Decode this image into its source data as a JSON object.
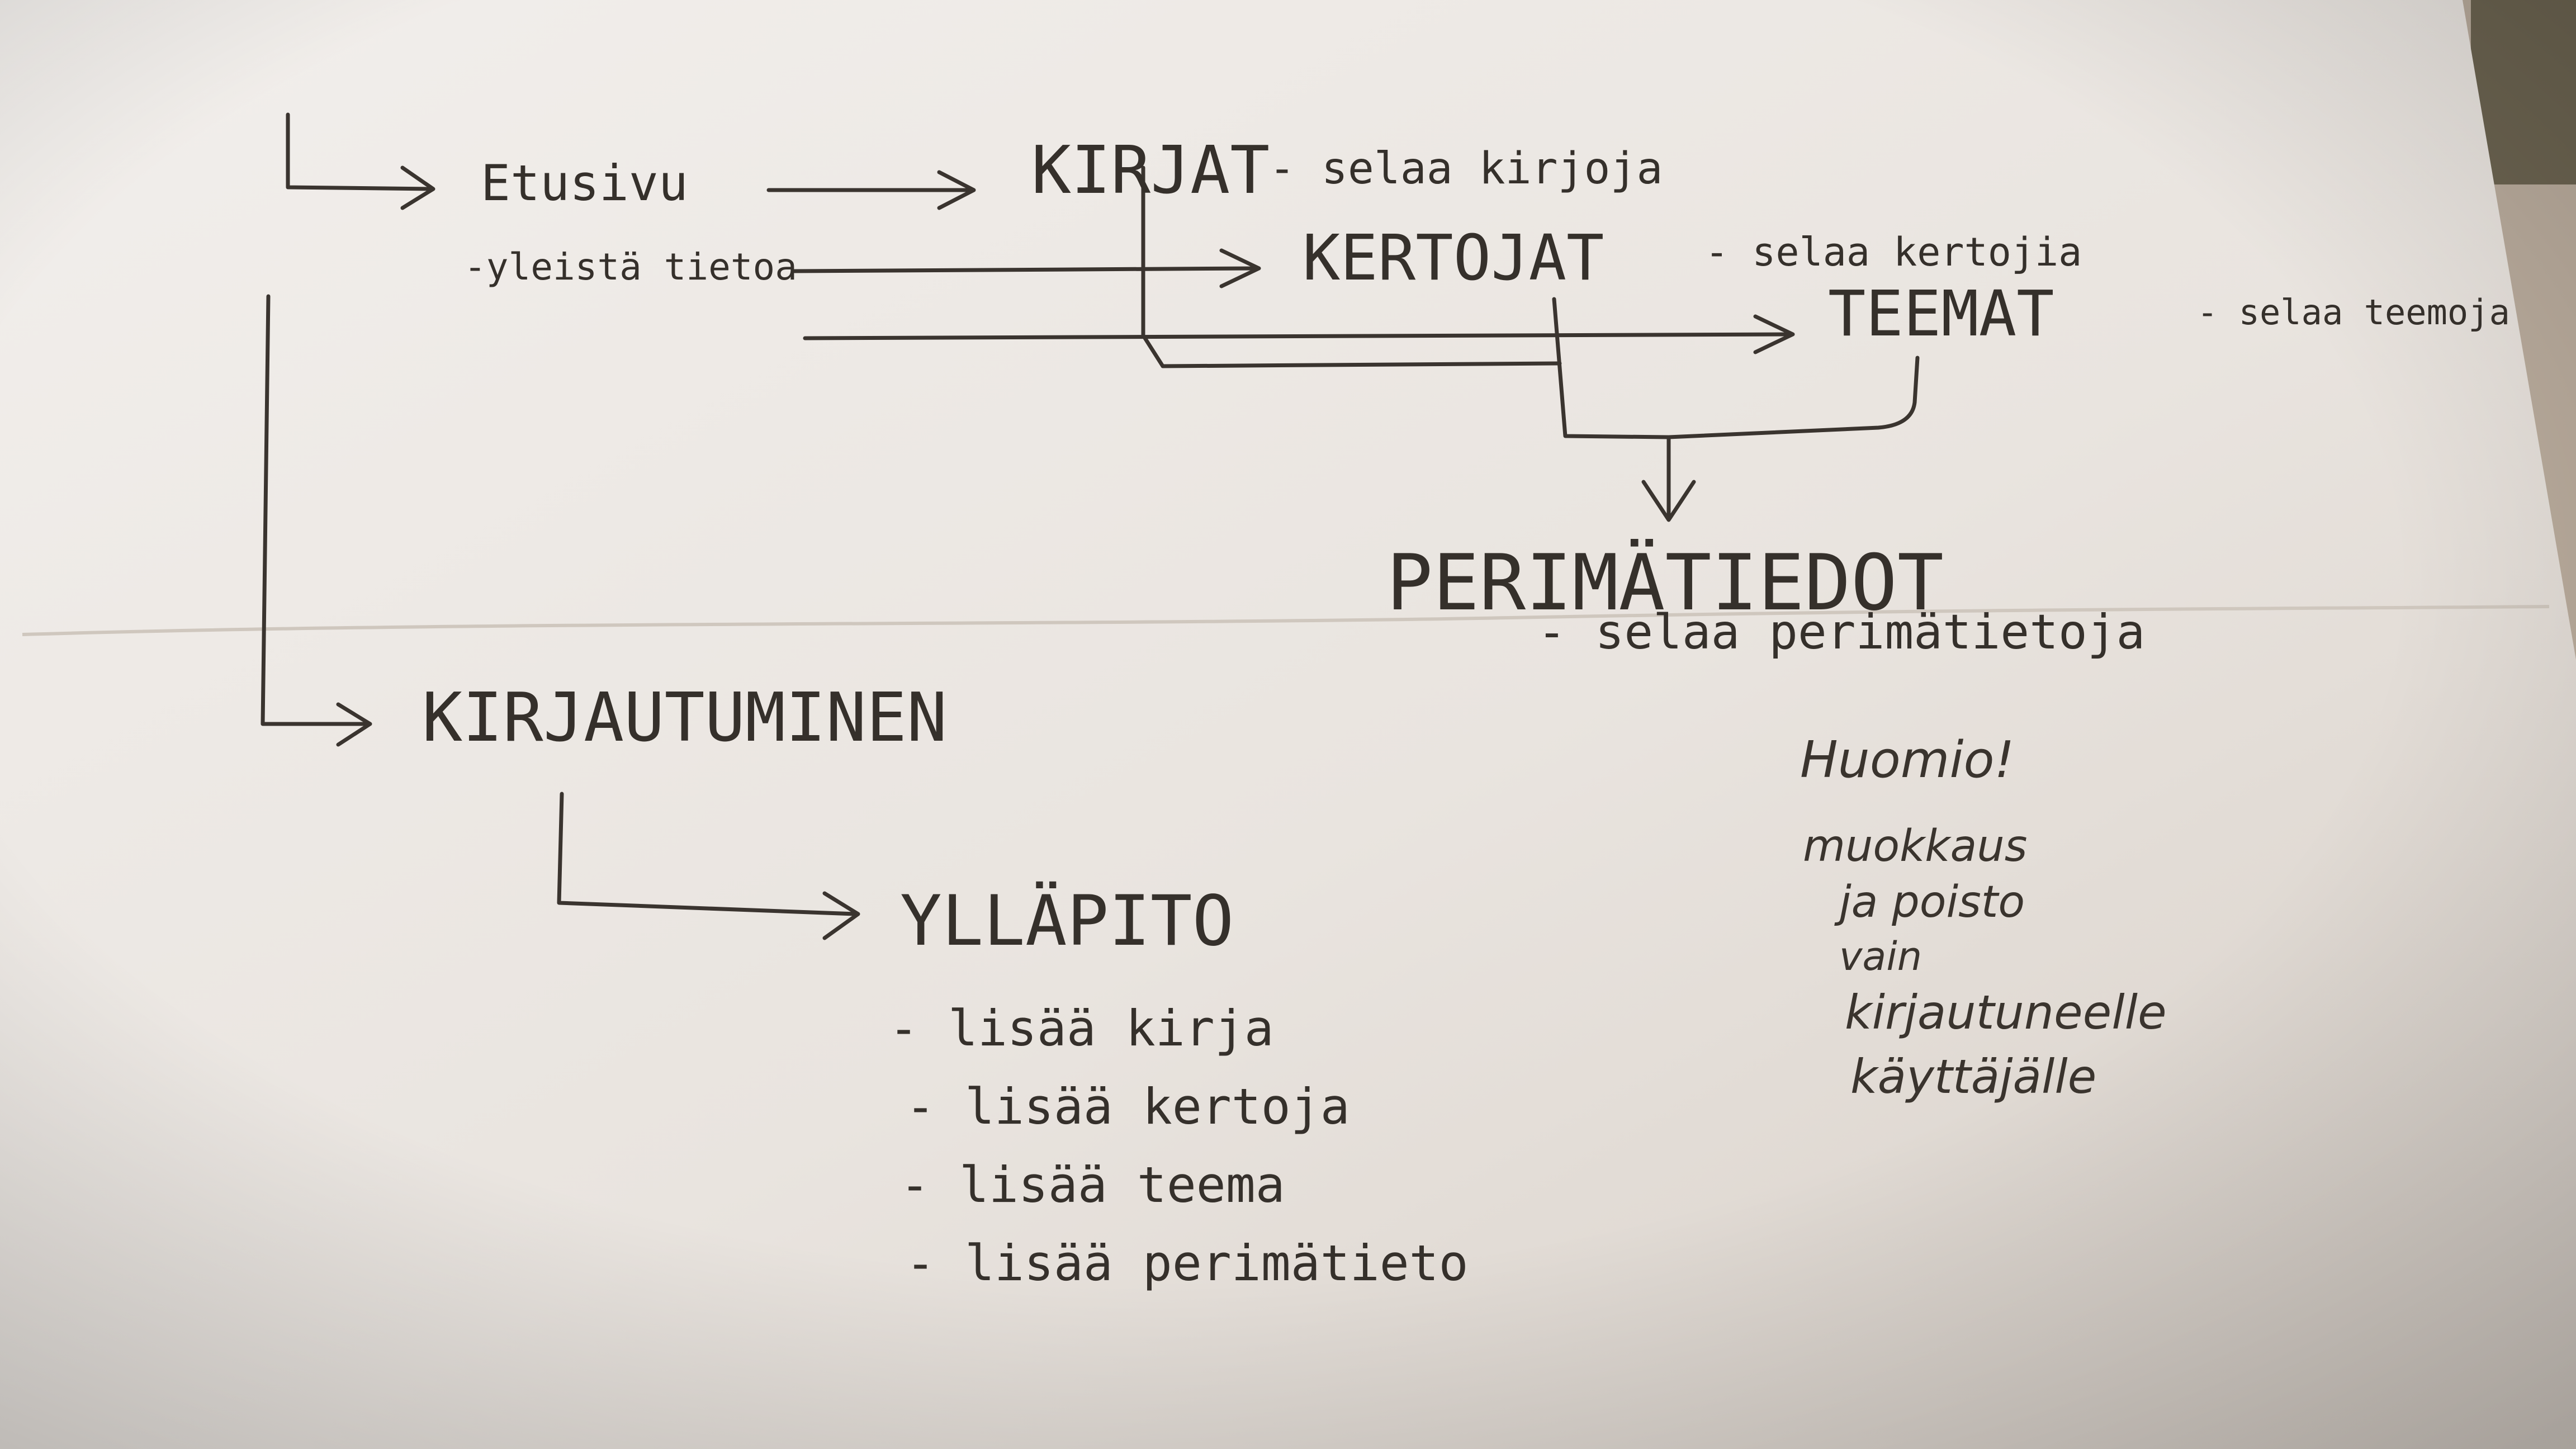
{
  "diagram": {
    "nodes": {
      "etusivu": {
        "title": "Etusivu",
        "subtitle": "-yleistä tietoa"
      },
      "kirjat": {
        "title": "KIRJAT",
        "desc": "- selaa kirjoja"
      },
      "kertojat": {
        "title": "KERTOJAT",
        "desc": "- selaa kertojia"
      },
      "teemat": {
        "title": "TEEMAT",
        "desc": "- selaa teemoja"
      },
      "perimatiedot": {
        "title": "PERIMÄTIEDOT",
        "desc": "- selaa perimätietoja"
      },
      "kirjautuminen": {
        "title": "KIRJAUTUMINEN"
      },
      "yllapito": {
        "title": "YLLÄPITO",
        "items": [
          "- lisää kirja",
          "- lisää kertoja",
          "- lisää teema",
          "- lisää perimätieto"
        ]
      }
    },
    "note": {
      "lines": [
        "Huomio!",
        "muokkaus",
        "ja poisto",
        "vain",
        "kirjautuneelle",
        "käyttäjälle"
      ]
    }
  },
  "colors": {
    "paper": "#ece7e2",
    "ink": "#35302b",
    "background": "#b9ab9c"
  }
}
